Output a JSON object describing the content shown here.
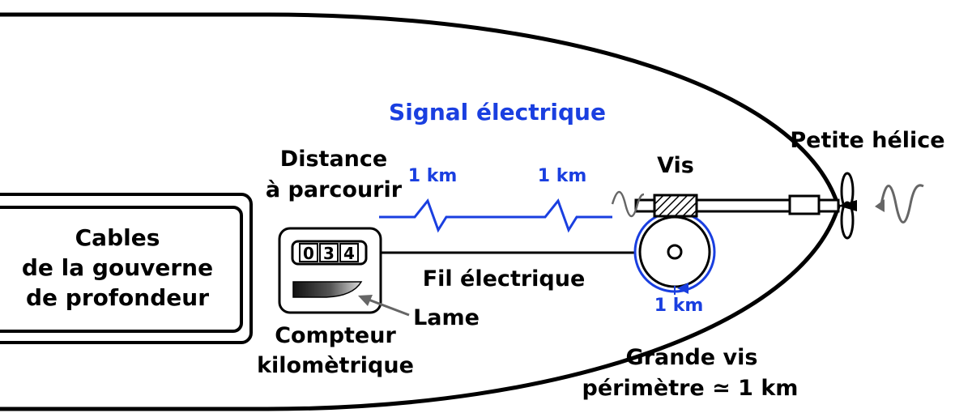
{
  "labels": {
    "signal": "Signal électrique",
    "distance_line1": "Distance",
    "distance_line2": "à parcourir",
    "km_first": "1 km",
    "km_second": "1 km",
    "km_wheel": "1 km",
    "vis": "Vis",
    "helice": "Petite hélice",
    "cables_line1": "Cables",
    "cables_line2": "de la gouverne",
    "cables_line3": "de profondeur",
    "fil": "Fil électrique",
    "lame": "Lame",
    "compteur_line1": "Compteur",
    "compteur_line2": "kilomètrique",
    "grande_vis_line1": "Grande vis",
    "grande_vis_line2": "périmètre ≃ 1 km"
  },
  "counter": {
    "digits": [
      "0",
      "3",
      "4"
    ]
  },
  "colors": {
    "signal": "#1a3fe0",
    "outline": "#000000",
    "wave": "#666666"
  }
}
